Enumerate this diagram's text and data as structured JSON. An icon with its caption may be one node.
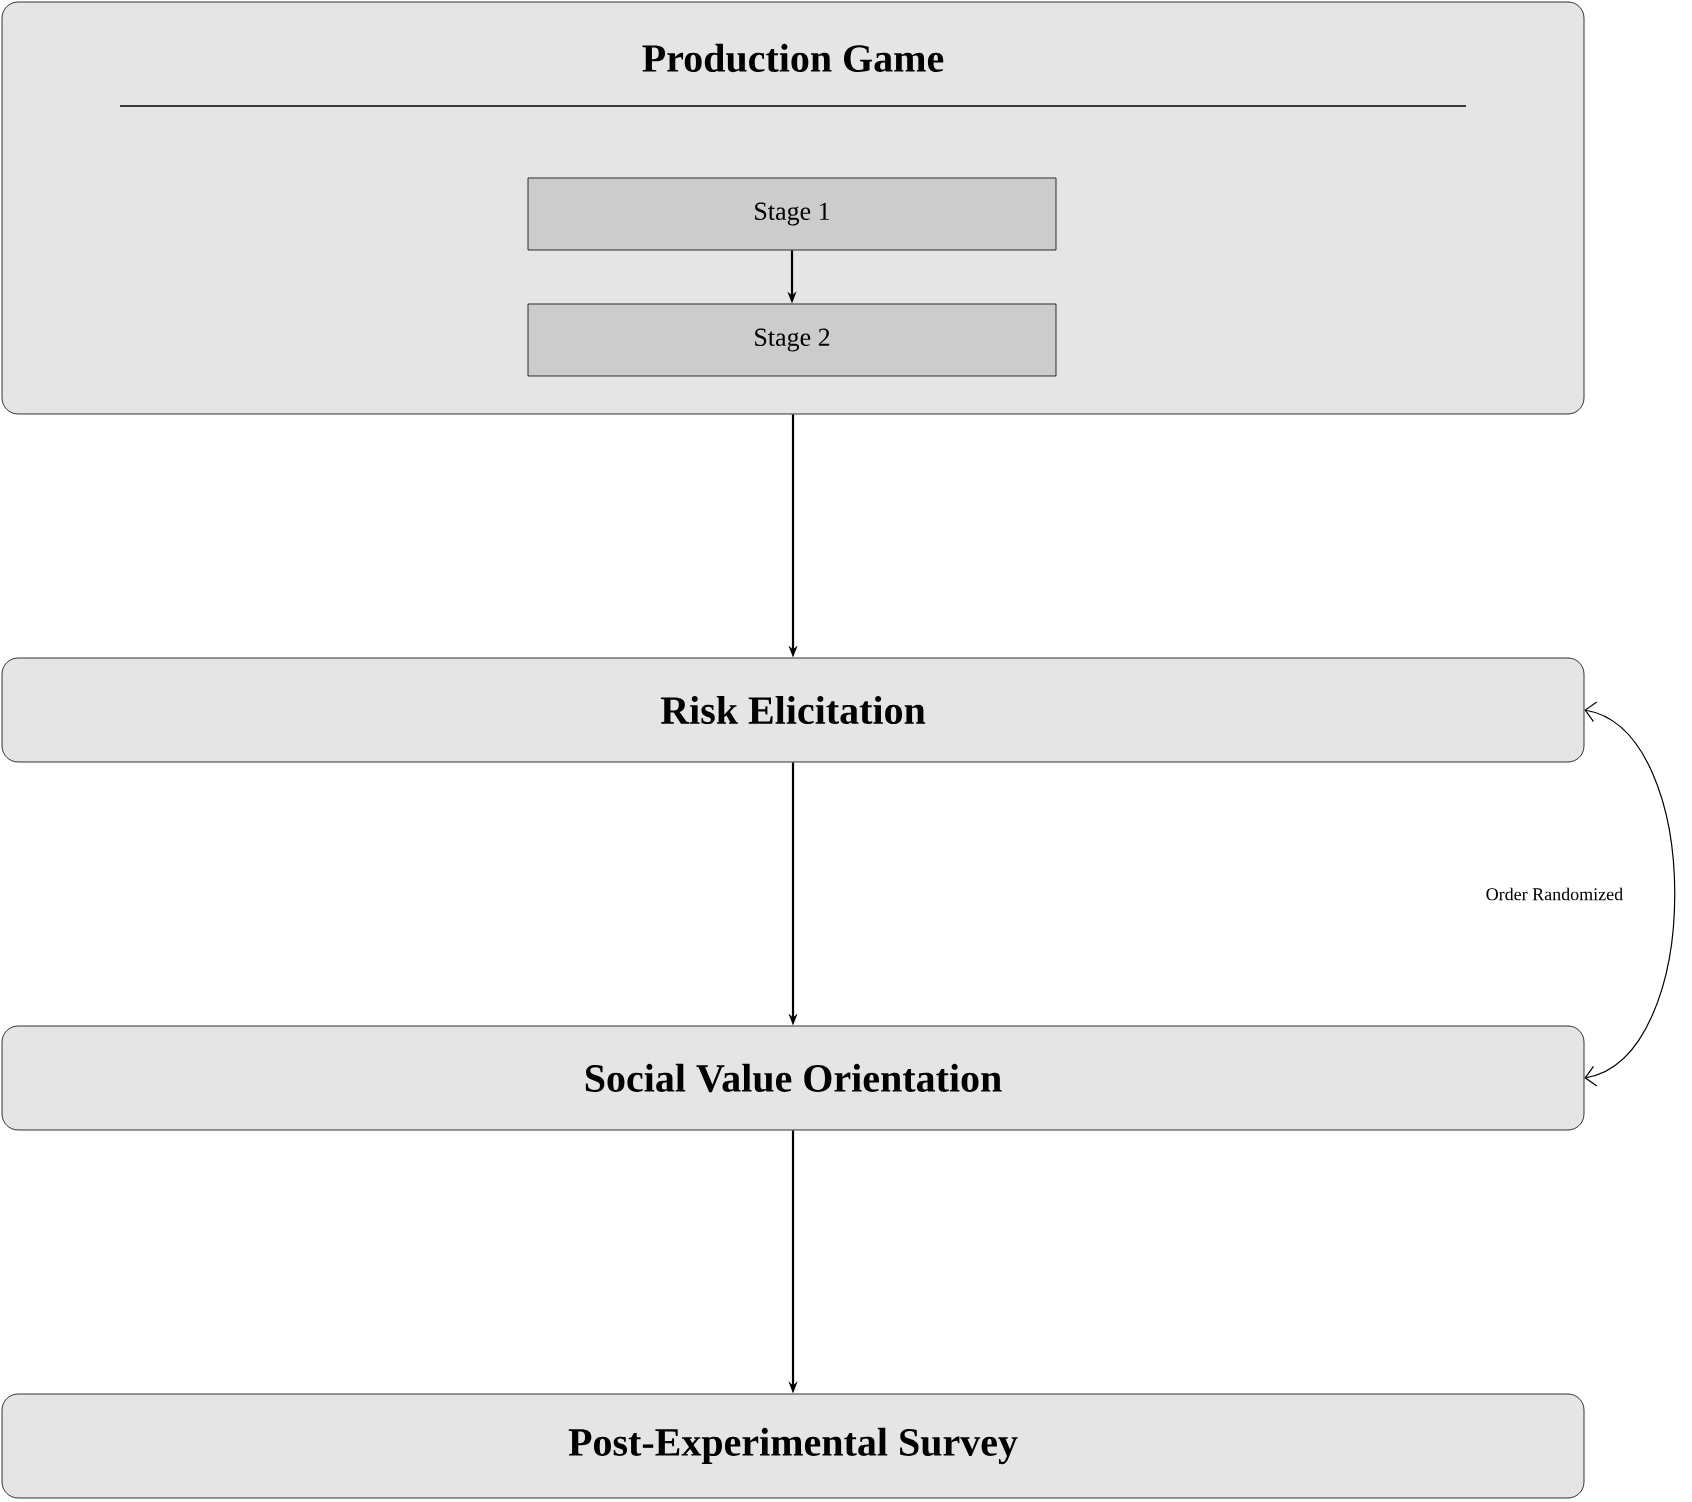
{
  "diagram": {
    "nodes": [
      {
        "text": [
          "Production Game"
        ]
      },
      {
        "text": [
          "Stage 1"
        ],
        "in": 0
      },
      {
        "text": [
          "Stage 2"
        ],
        "in": 0
      },
      {
        "text": [
          "Risk Elicitation"
        ]
      },
      {
        "text": [
          "Social Value Orientation"
        ]
      },
      {
        "text": [
          "Post-Experimental Survey"
        ]
      }
    ],
    "edges": [
      {
        "from": 1,
        "to": 2,
        "arrow": "to"
      },
      {
        "from": 0,
        "to": 3,
        "arrow": "to"
      },
      {
        "from": 3,
        "to": 4,
        "arrow": "to"
      },
      {
        "from": 4,
        "to": 5,
        "arrow": "to"
      },
      {
        "from": 3,
        "to": 4,
        "arrow": "both",
        "label": "Order Randomized"
      }
    ]
  }
}
